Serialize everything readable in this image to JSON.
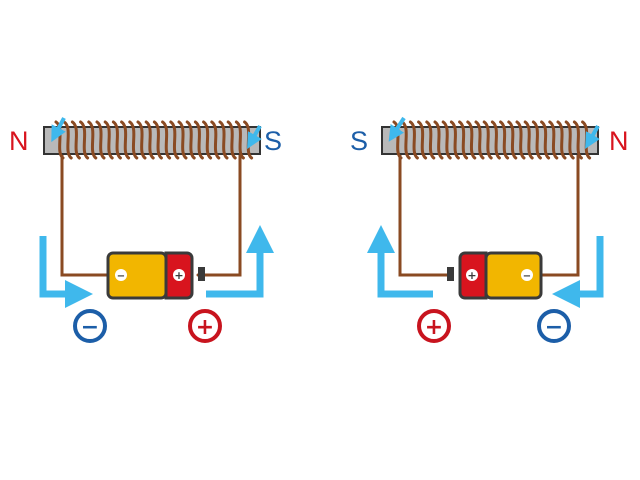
{
  "colors": {
    "north": "#d8141e",
    "south": "#1c5ea8",
    "core_fill": "#b9b9b9",
    "core_stroke": "#333333",
    "wire": "#8a4a22",
    "current_arrow": "#3fb8ec",
    "battery_body": "#f2b600",
    "battery_cap": "#d8141e",
    "battery_outline": "#3a3a3a",
    "plus_color": "#c8141e",
    "minus_color": "#1c5ea8"
  },
  "icons": {
    "core": "iron-core-bar",
    "coil": "copper-coil-winding",
    "battery": "battery-icon",
    "arrow": "current-direction-arrow",
    "plus": "plus-circle-icon",
    "minus": "minus-circle-icon"
  },
  "left_circuit": {
    "left_pole": "N",
    "right_pole": "S",
    "battery_minus_glyph": "−",
    "battery_plus_glyph": "+",
    "left_terminal_glyph": "−",
    "right_terminal_glyph": "+"
  },
  "right_circuit": {
    "left_pole": "S",
    "right_pole": "N",
    "battery_minus_glyph": "−",
    "battery_plus_glyph": "+",
    "left_terminal_glyph": "+",
    "right_terminal_glyph": "−"
  }
}
